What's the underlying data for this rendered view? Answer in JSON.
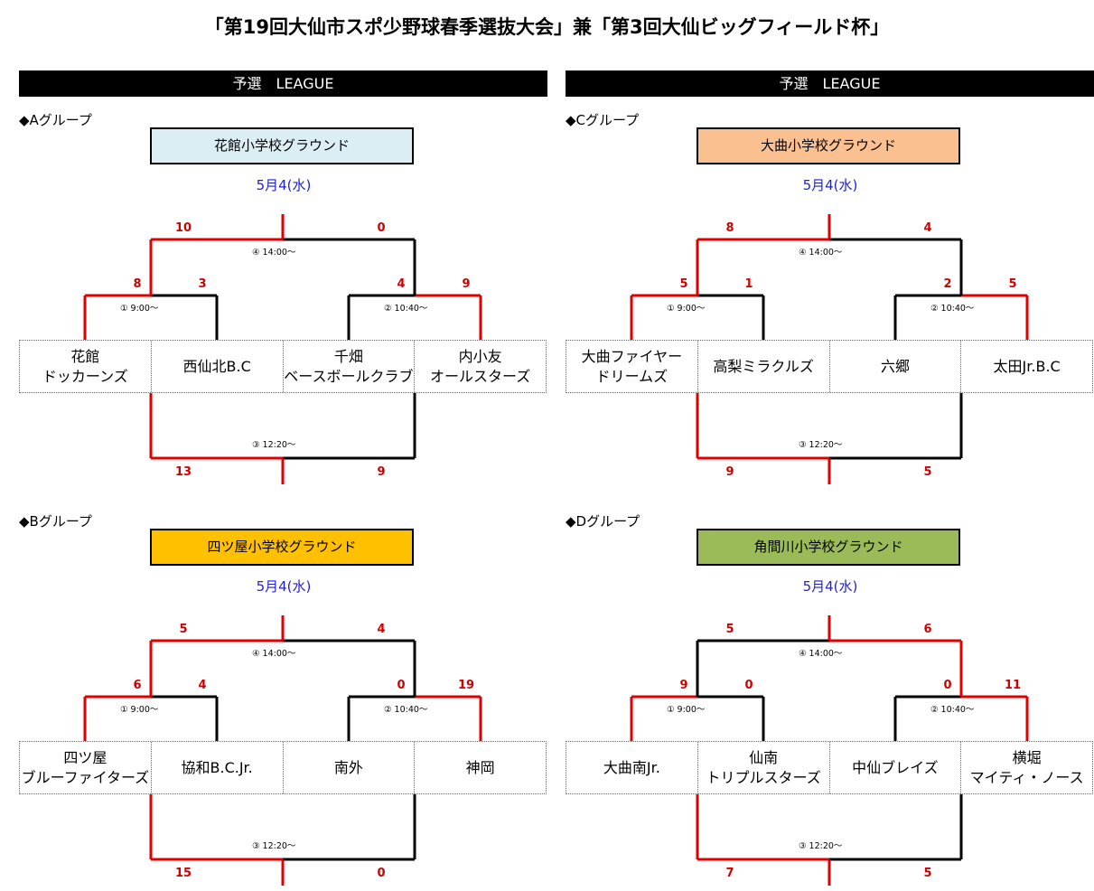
{
  "title": "「第19回大仙市スポ少野球春季選抜大会」兼「第3回大仙ビッグフィールド杯」",
  "league_label": "予選　LEAGUE",
  "groups": [
    {
      "label": "◆Aグループ",
      "venue": "花館小学校グラウンド",
      "venue_color": "#daeef3",
      "date": "5月4(水)",
      "teams": [
        [
          "花館",
          "ドッカーンズ"
        ],
        [
          "西仙北B.C"
        ],
        [
          "千畑",
          "ベースボールクラブ"
        ],
        [
          "内小友",
          "オールスターズ"
        ]
      ],
      "matches": {
        "m1": {
          "label": "① 9:00～",
          "left": "8",
          "right": "3"
        },
        "m2": {
          "label": "② 10:40～",
          "left": "4",
          "right": "9"
        },
        "m3": {
          "label": "③ 12:20～",
          "left": "13",
          "right": "9"
        },
        "m4": {
          "label": "④ 14:00～",
          "left": "10",
          "right": "0"
        }
      }
    },
    {
      "label": "◆Cグループ",
      "venue": "大曲小学校グラウンド",
      "venue_color": "#fac090",
      "date": "5月4(水)",
      "teams": [
        [
          "大曲ファイヤー",
          "ドリームズ"
        ],
        [
          "高梨ミラクルズ"
        ],
        [
          "六郷"
        ],
        [
          "太田Jr.B.C"
        ]
      ],
      "matches": {
        "m1": {
          "label": "① 9:00～",
          "left": "5",
          "right": "1"
        },
        "m2": {
          "label": "② 10:40～",
          "left": "2",
          "right": "5"
        },
        "m3": {
          "label": "③ 12:20～",
          "left": "9",
          "right": "5"
        },
        "m4": {
          "label": "④ 14:00～",
          "left": "8",
          "right": "4"
        }
      }
    },
    {
      "label": "◆Bグループ",
      "venue": "四ツ屋小学校グラウンド",
      "venue_color": "#ffc000",
      "date": "5月4(水)",
      "teams": [
        [
          "四ツ屋",
          "ブルーファイターズ"
        ],
        [
          "協和B.C.Jr."
        ],
        [
          "南外"
        ],
        [
          "神岡"
        ]
      ],
      "matches": {
        "m1": {
          "label": "① 9:00～",
          "left": "6",
          "right": "4"
        },
        "m2": {
          "label": "② 10:40～",
          "left": "0",
          "right": "19"
        },
        "m3": {
          "label": "③ 12:20～",
          "left": "15",
          "right": "0"
        },
        "m4": {
          "label": "④ 14:00～",
          "left": "5",
          "right": "4"
        }
      }
    },
    {
      "label": "◆Dグループ",
      "venue": "角間川小学校グラウンド",
      "venue_color": "#9bbb59",
      "date": "5月4(水)",
      "teams": [
        [
          "大曲南Jr."
        ],
        [
          "仙南",
          "トリプルスターズ"
        ],
        [
          "中仙ブレイズ"
        ],
        [
          "横堀",
          "マイティ・ノース"
        ]
      ],
      "matches": {
        "m1": {
          "label": "① 9:00～",
          "left": "9",
          "right": "0"
        },
        "m2": {
          "label": "② 10:40～",
          "left": "0",
          "right": "11"
        },
        "m3": {
          "label": "③ 12:20～",
          "left": "7",
          "right": "5"
        },
        "m4": {
          "label": "④ 14:00～",
          "left": "5",
          "right": "6"
        }
      }
    }
  ],
  "colors": {
    "winner_line": "#e00000",
    "loser_line": "#000000",
    "score": "#d00000",
    "date": "#1f1fcf"
  }
}
